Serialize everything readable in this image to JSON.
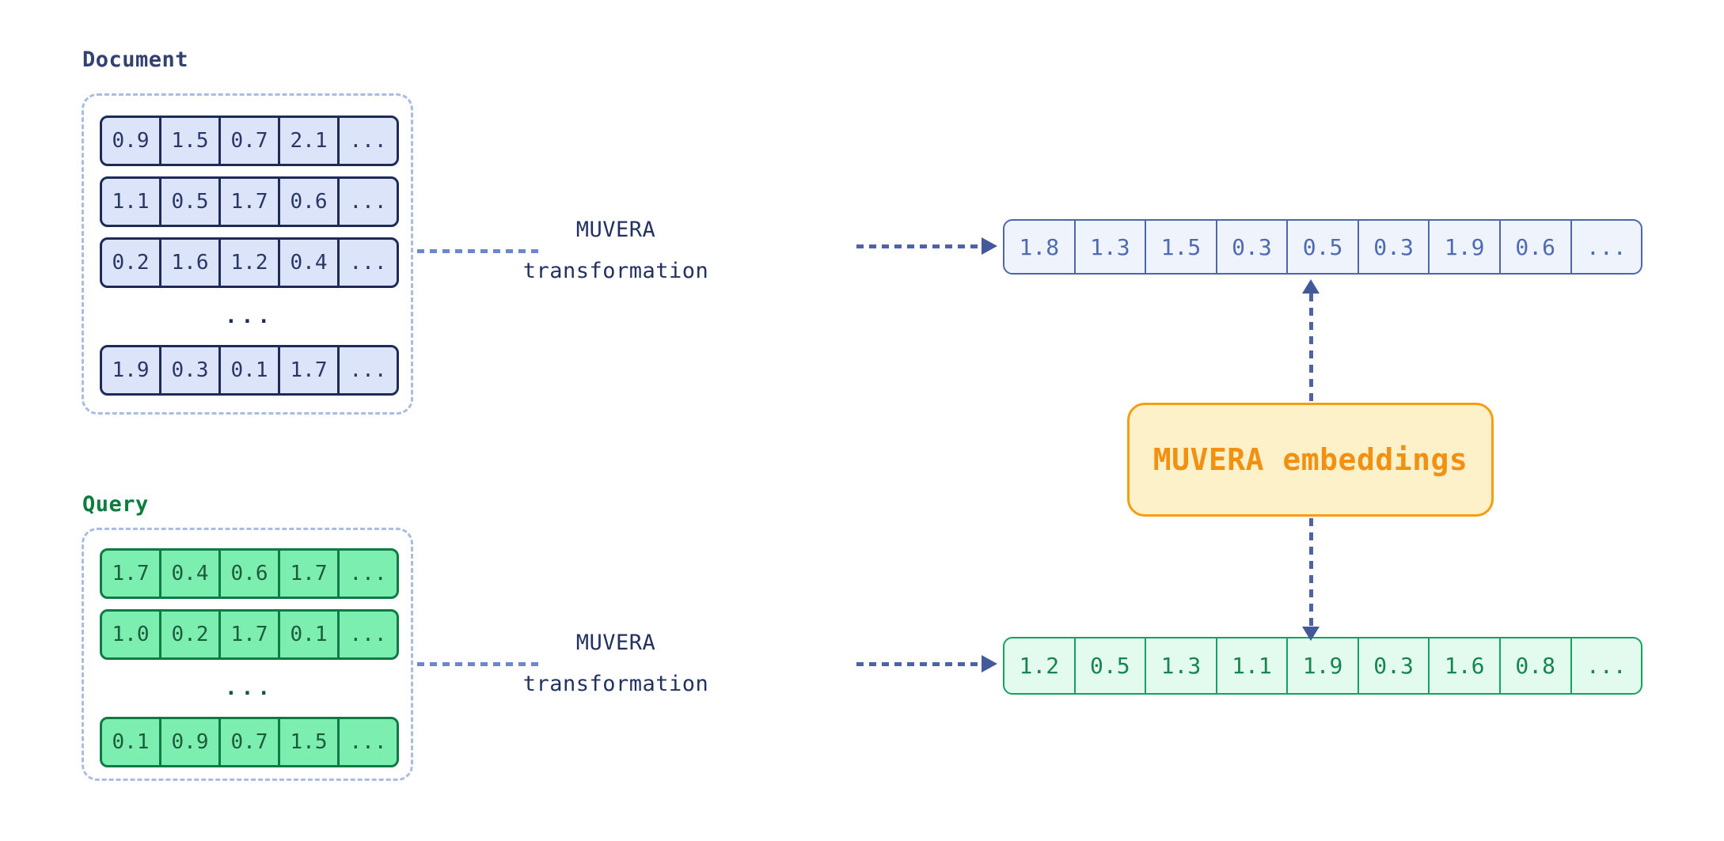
{
  "document": {
    "label": "Document",
    "rows": [
      [
        "0.9",
        "1.5",
        "0.7",
        "2.1",
        "..."
      ],
      [
        "1.1",
        "0.5",
        "1.7",
        "0.6",
        "..."
      ],
      [
        "0.2",
        "1.6",
        "1.2",
        "0.4",
        "..."
      ],
      [
        "1.9",
        "0.3",
        "0.1",
        "1.7",
        "..."
      ]
    ],
    "ellipsis": "..."
  },
  "query": {
    "label": "Query",
    "rows": [
      [
        "1.7",
        "0.4",
        "0.6",
        "1.7",
        "..."
      ],
      [
        "1.0",
        "0.2",
        "1.7",
        "0.1",
        "..."
      ],
      [
        "0.1",
        "0.9",
        "0.7",
        "1.5",
        "..."
      ]
    ],
    "ellipsis": "..."
  },
  "transformation": {
    "line1": "MUVERA",
    "line2": "transformation"
  },
  "muvera_embeddings": {
    "label": "MUVERA embeddings"
  },
  "document_result_vector": [
    "1.8",
    "1.3",
    "1.5",
    "0.3",
    "0.5",
    "0.3",
    "1.9",
    "0.6",
    "..."
  ],
  "query_result_vector": [
    "1.2",
    "0.5",
    "1.3",
    "1.1",
    "1.9",
    "0.3",
    "1.6",
    "0.8",
    "..."
  ],
  "colors": {
    "document_label": "#33416f",
    "document_cell_bg": "#dbe4f9",
    "document_cell_border": "#1e2a5a",
    "query_label": "#0d7c3f",
    "query_cell_bg": "#7beeb0",
    "query_cell_border": "#107a45",
    "document_result_bg": "#eef3fc",
    "document_result_border": "#4c66b0",
    "query_result_bg": "#e3faee",
    "query_result_border": "#14a35e",
    "embeddings_bg": "#fdf1ca",
    "embeddings_border": "#f69e0d",
    "embeddings_text": "#f29111",
    "connector": "#4c63a8",
    "dashed_frame": "#a9bce4",
    "transform_text": "#22315f"
  }
}
